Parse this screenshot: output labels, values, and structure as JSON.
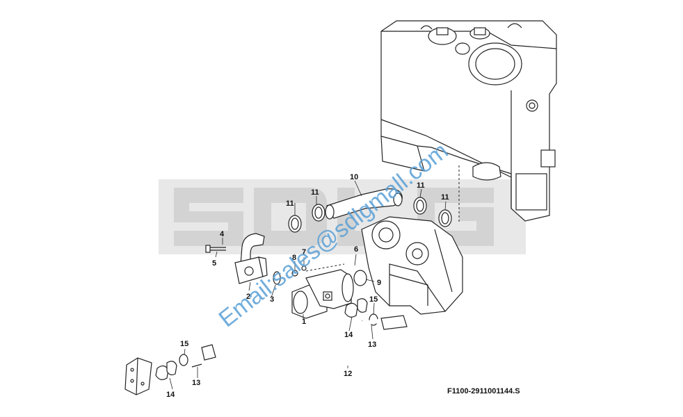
{
  "diagram": {
    "callouts": [
      {
        "id": "c1",
        "text": "1"
      },
      {
        "id": "c2",
        "text": "2"
      },
      {
        "id": "c3",
        "text": "3"
      },
      {
        "id": "c4",
        "text": "4"
      },
      {
        "id": "c5",
        "text": "5"
      },
      {
        "id": "c6",
        "text": "6"
      },
      {
        "id": "c7",
        "text": "7"
      },
      {
        "id": "c8",
        "text": "8"
      },
      {
        "id": "c9",
        "text": "9"
      },
      {
        "id": "c10",
        "text": "10"
      },
      {
        "id": "c11a",
        "text": "11"
      },
      {
        "id": "c11b",
        "text": "11"
      },
      {
        "id": "c11c",
        "text": "11"
      },
      {
        "id": "c11d",
        "text": "11"
      },
      {
        "id": "c12",
        "text": "12"
      },
      {
        "id": "c13a",
        "text": "13"
      },
      {
        "id": "c13b",
        "text": "13"
      },
      {
        "id": "c14a",
        "text": "14"
      },
      {
        "id": "c14b",
        "text": "14"
      },
      {
        "id": "c15a",
        "text": "15"
      },
      {
        "id": "c15b",
        "text": "15"
      }
    ],
    "figure_code": "F1100-2911001144.S",
    "watermark_logo": "SDLG",
    "watermark_email": "Email:sales@sdlgmall.com"
  }
}
